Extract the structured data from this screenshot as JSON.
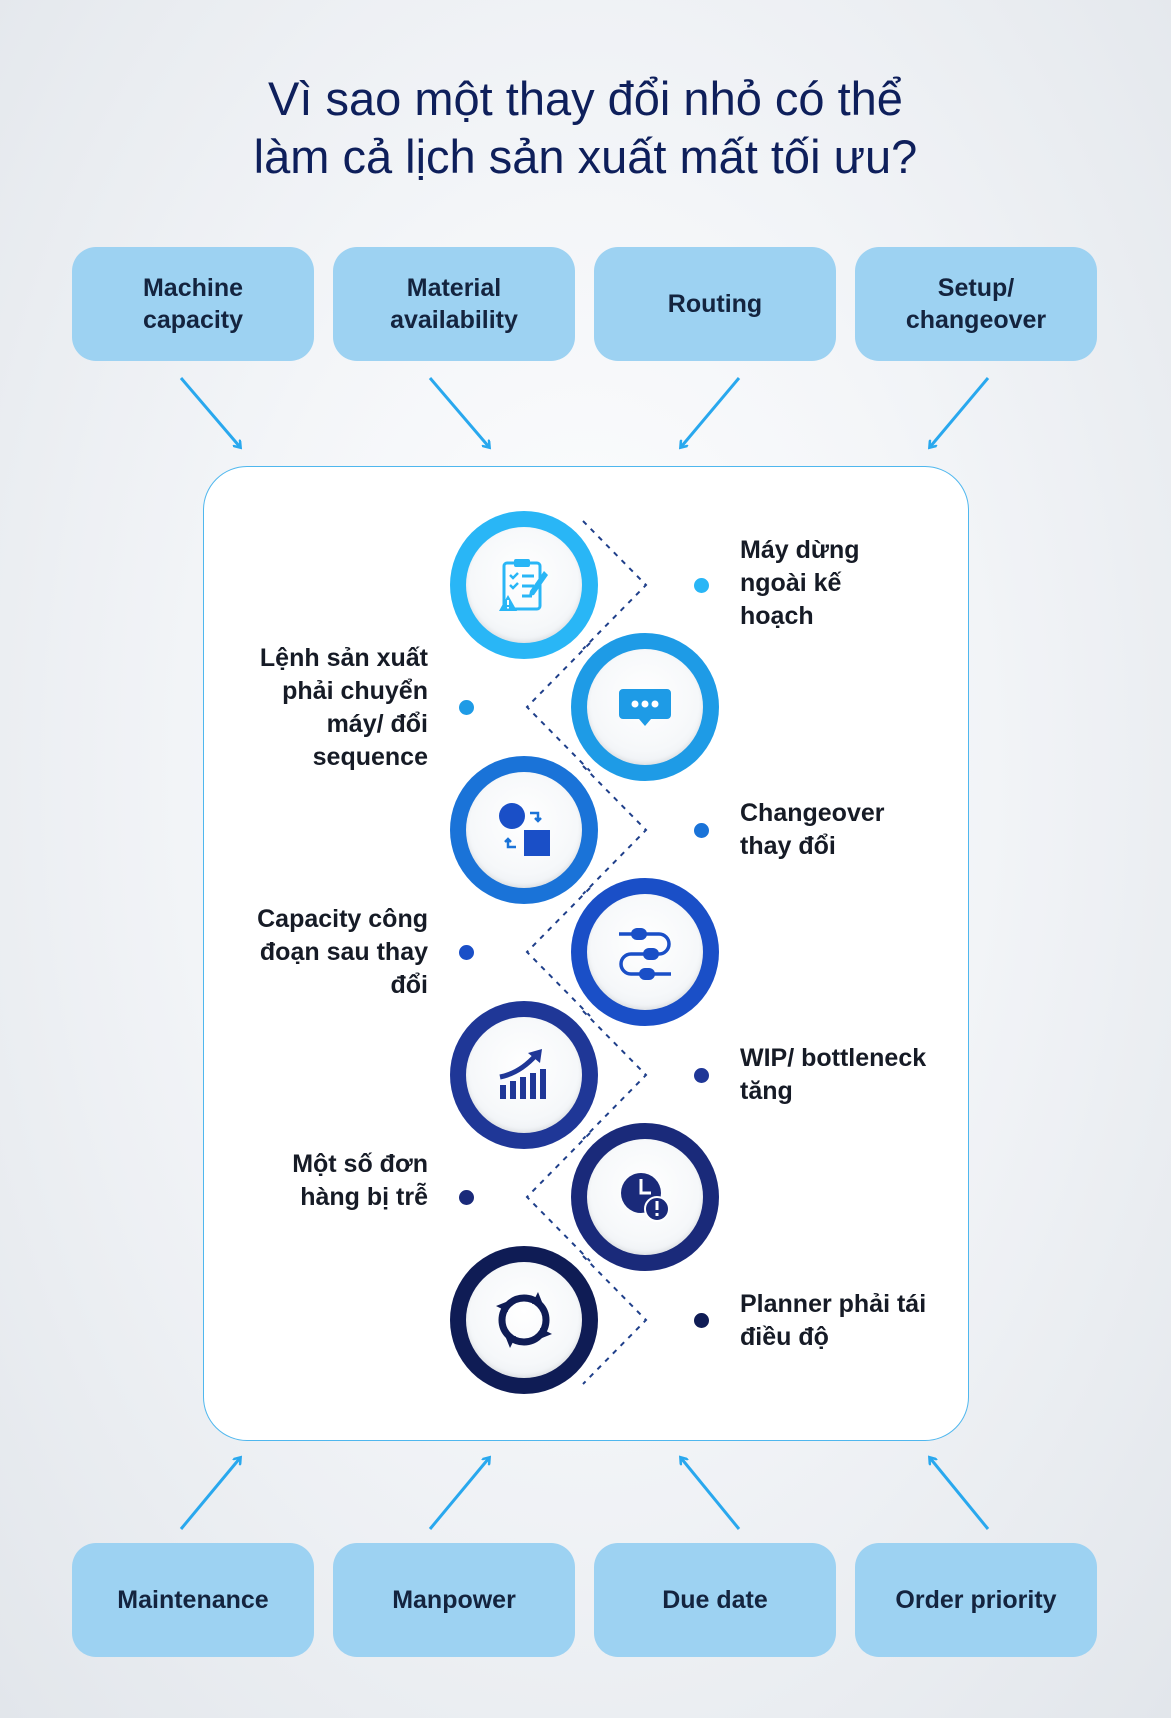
{
  "title": {
    "line1": "Vì sao một thay đổi nhỏ có thể",
    "line2": "làm cả lịch sản xuất mất tối ưu?"
  },
  "top_factors": [
    "Machine capacity",
    "Material availability",
    "Routing",
    "Setup/ changeover"
  ],
  "bottom_factors": [
    "Maintenance",
    "Manpower",
    "Due date",
    "Order priority"
  ],
  "steps": [
    {
      "label": "Máy dừng ngoài kế hoạch",
      "icon": "clipboard-warning-icon",
      "color": "#29b6f6"
    },
    {
      "label": "Lệnh sản xuất phải chuyển máy/ đổi sequence",
      "icon": "chat-bubble-icon",
      "color": "#1e9be6"
    },
    {
      "label": "Changeover thay đổi",
      "icon": "shape-swap-icon",
      "color": "#1a73d8"
    },
    {
      "label": "Capacity công đoạn sau thay đổi",
      "icon": "process-flow-icon",
      "color": "#1a4fc7"
    },
    {
      "label": "WIP/ bottleneck tăng",
      "icon": "growth-chart-icon",
      "color": "#1f3797"
    },
    {
      "label": "Một số đơn hàng bị trễ",
      "icon": "clock-alert-icon",
      "color": "#1a2a7a"
    },
    {
      "label": "Planner phải tái điều độ",
      "icon": "refresh-cycle-icon",
      "color": "#0f1c55"
    }
  ]
}
